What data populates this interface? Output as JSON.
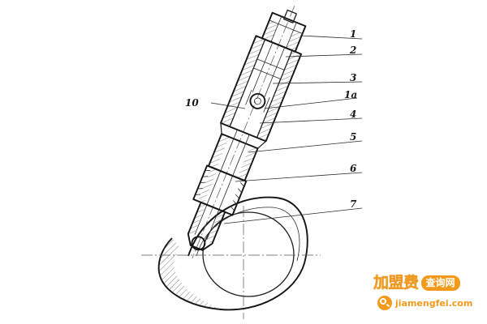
{
  "diagram": {
    "callouts": [
      {
        "id": "c1",
        "label": "1"
      },
      {
        "id": "c2",
        "label": "2"
      },
      {
        "id": "c3",
        "label": "3"
      },
      {
        "id": "c1a",
        "label": "1a"
      },
      {
        "id": "c4",
        "label": "4"
      },
      {
        "id": "c5",
        "label": "5"
      },
      {
        "id": "c6",
        "label": "6"
      },
      {
        "id": "c7",
        "label": "7"
      },
      {
        "id": "c10",
        "label": "10"
      }
    ]
  },
  "watermark": {
    "brand": "加盟费",
    "pill": "查询网",
    "url": "jiamengfei.com",
    "color": "#f39a1c"
  }
}
